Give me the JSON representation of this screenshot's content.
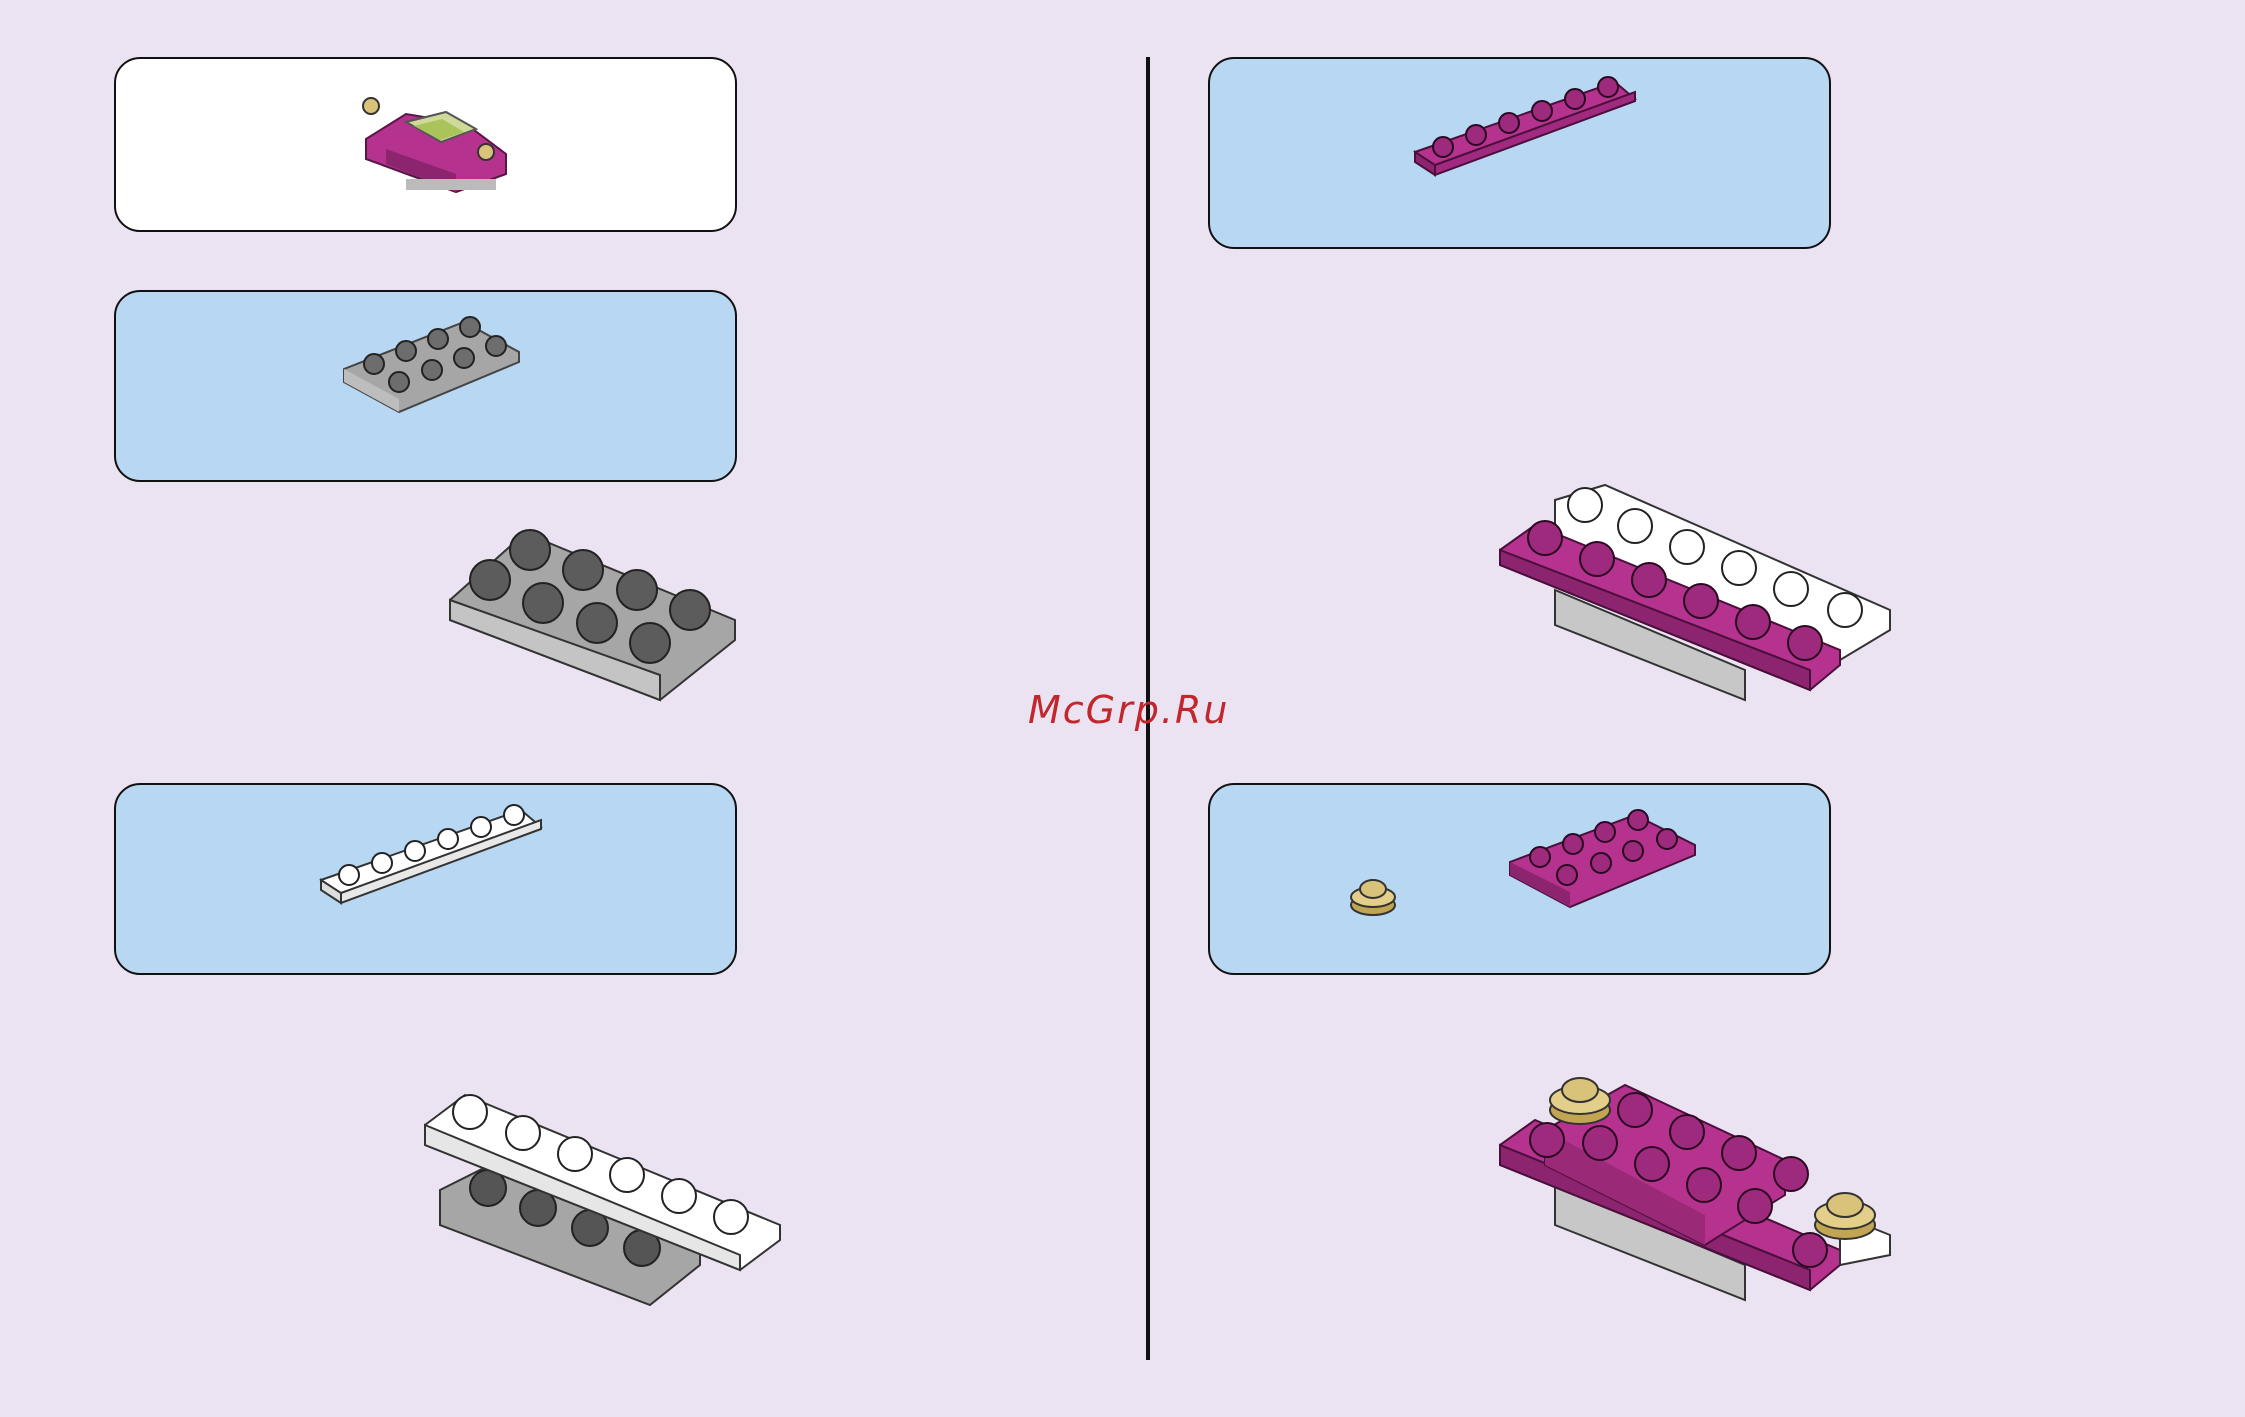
{
  "watermark": "McGrp.Ru",
  "colors": {
    "page_background": "#ece3f2",
    "parts_callout": "#b7d7f2",
    "magenta": "#b5338f",
    "gray": "#a6a6a6",
    "white_brick": "#ffffff",
    "gold": "#d9c27a"
  },
  "steps": [
    {
      "id": "finished",
      "parts": [
        "magenta-car-model"
      ]
    },
    {
      "id": "step-1",
      "parts": [
        "gray-plate-2x4"
      ]
    },
    {
      "id": "step-2",
      "parts": [
        "white-plate-1x6"
      ]
    },
    {
      "id": "step-3",
      "parts": [
        "magenta-plate-1x6"
      ]
    },
    {
      "id": "step-4",
      "parts": [
        "gold-round-plate-1x1",
        "magenta-plate-2x4"
      ]
    }
  ]
}
